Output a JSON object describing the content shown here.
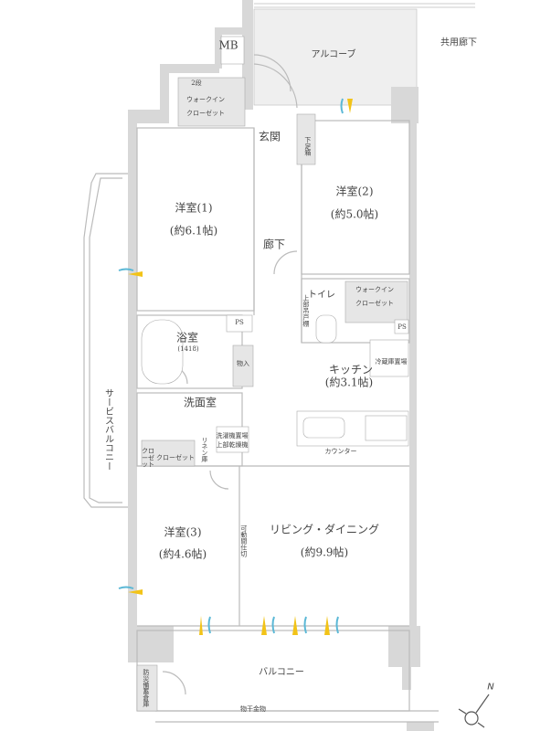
{
  "plan": {
    "mb": "MB",
    "alcove": "アルコーブ",
    "common_corridor": "共用廊下",
    "two_tier": "2段",
    "wic1_line1": "ウォークイン",
    "wic1_line2": "クローゼット",
    "entrance": "玄関",
    "shoe_cabinet": "下足箱",
    "bedroom1": "洋室(1)",
    "bedroom1_size": "(約6.1帖)",
    "bedroom2": "洋室(2)",
    "bedroom2_size": "(約5.0帖)",
    "hallway": "廊下",
    "toilet": "トイレ",
    "upper_cabinet": "上部吊戸棚",
    "wic2_line1": "ウォークイン",
    "wic2_line2": "クローゼット",
    "ps1": "PS",
    "ps2": "PS",
    "bathroom": "浴室",
    "bathroom_size": "(1418)",
    "storage": "物入",
    "fridge": "冷蔵庫置場",
    "kitchen": "キッチン",
    "kitchen_size": "(約3.1帖)",
    "washroom": "洗面室",
    "washer_line1": "洗濯機置場",
    "washer_line2": "上部乾燥機",
    "linen": "リネン庫",
    "closet_small": "クローゼット",
    "closet": "クローゼット",
    "counter": "カウンター",
    "bedroom3": "洋室(3)",
    "bedroom3_size": "(約4.6帖)",
    "partition": "可動間仕切",
    "ldk": "リビング・ダイニング",
    "ldk_size": "(約9.9帖)",
    "balcony": "バルコニー",
    "disaster_storage": "防災備蓄倉庫",
    "laundry_hardware": "物干金物",
    "service_balcony": "サービスバルコニー",
    "north": "N"
  },
  "colors": {
    "wall": "#d8d8d8",
    "alcove": "#efefef",
    "fixture": "#e6e6e6",
    "air": "#f2c318",
    "light": "#5bb8d6"
  }
}
